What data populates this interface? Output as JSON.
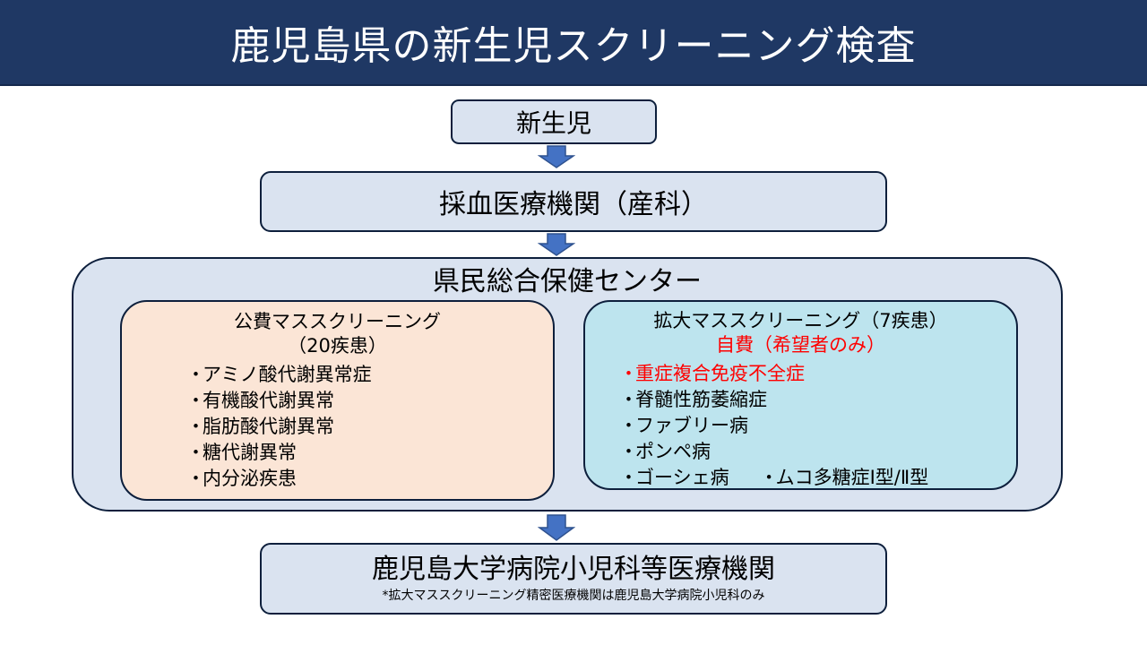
{
  "title": "鹿児島県の新生児スクリーニング検査",
  "flow": {
    "newborn": "新生児",
    "sampling": "採血医療機関（産科）",
    "center": {
      "title": "県民総合保健センター",
      "public": {
        "heading": "公費マススクリーニング",
        "count": "（20疾患）",
        "items": [
          "アミノ酸代謝異常症",
          "有機酸代謝異常",
          "脂肪酸代謝異常",
          "糖代謝異常",
          "内分泌疾患"
        ]
      },
      "extended": {
        "heading": "拡大マススクリーニング（7疾患）",
        "cost": "自費（希望者のみ）",
        "items": [
          "重症複合免疫不全症",
          "脊髄性筋萎縮症",
          "ファブリー病",
          "ポンペ病",
          "ゴーシェ病"
        ],
        "extra_item": "ムコ多糖症Ⅰ型/Ⅱ型"
      }
    },
    "hospital": {
      "name": "鹿児島大学病院小児科等医療機関",
      "note": "*拡大マススクリーニング精密医療機関は鹿児島大学病院小児科のみ"
    },
    "bullet": "・"
  },
  "colors": {
    "title_bg": "#1f3864",
    "box_fill": "#dae3f0",
    "public_fill": "#fbe5d6",
    "extended_fill": "#bde4ee",
    "arrow": "#4472c4",
    "highlight_red": "#ff0000"
  },
  "icons": {
    "flow_arrow": "arrow-down-icon"
  }
}
